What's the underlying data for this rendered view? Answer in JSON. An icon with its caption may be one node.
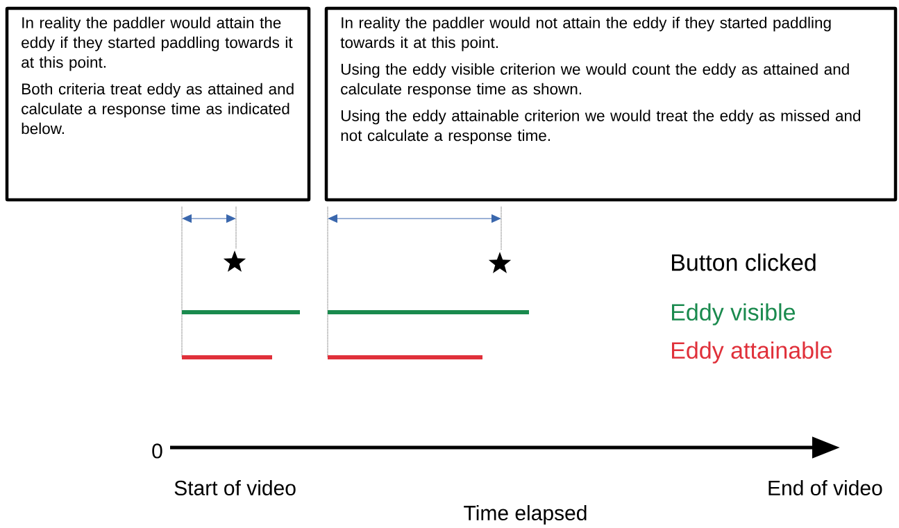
{
  "diagram": {
    "nodes": [
      {
        "text": [
          "In reality the paddler would attain the eddy if they started paddling towards it at this point.",
          "Both criteria treat eddy as attained and calculate a response time as indicated below."
        ]
      },
      {
        "text": [
          "In reality the paddler would not attain the eddy if they started paddling towards it at this point.",
          "Using the eddy visible criterion we would count the eddy as attained and calculate response time as shown.",
          "Using the eddy attainable criterion we would treat the eddy as missed and not calculate a response time."
        ]
      }
    ],
    "labels": [
      "Button clicked",
      "Eddy visible",
      "Eddy attainable",
      "0",
      "Start of video",
      "End of video",
      "Time elapsed"
    ]
  }
}
